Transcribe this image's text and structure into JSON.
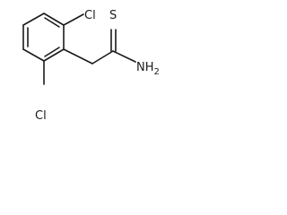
{
  "molecule": {
    "atoms": {
      "chlorine_top": "Cl",
      "chlorine_bottom": "Cl",
      "sulfur": "S",
      "amine": "NH",
      "amine_subscript": "2"
    }
  }
}
